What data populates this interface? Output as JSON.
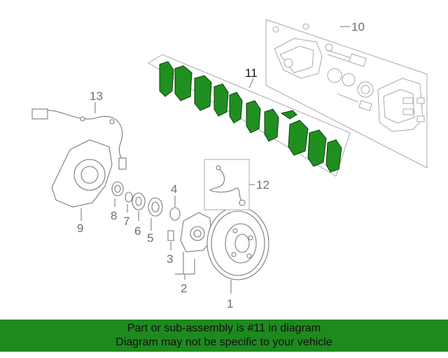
{
  "callouts": {
    "c1": "1",
    "c2": "2",
    "c3": "3",
    "c4": "4",
    "c5": "5",
    "c6": "6",
    "c7": "7",
    "c8": "8",
    "c9": "9",
    "c10": "10",
    "c11": "11",
    "c12": "12",
    "c13": "13"
  },
  "banner": {
    "line1": "Part or sub-assembly is #11 in diagram",
    "line2": "Diagram may not be specific to your vehicle",
    "background": "#1e8a1e"
  },
  "colors": {
    "highlight_parts": "#1f8f1f",
    "line_art": "#7a7a7a"
  }
}
